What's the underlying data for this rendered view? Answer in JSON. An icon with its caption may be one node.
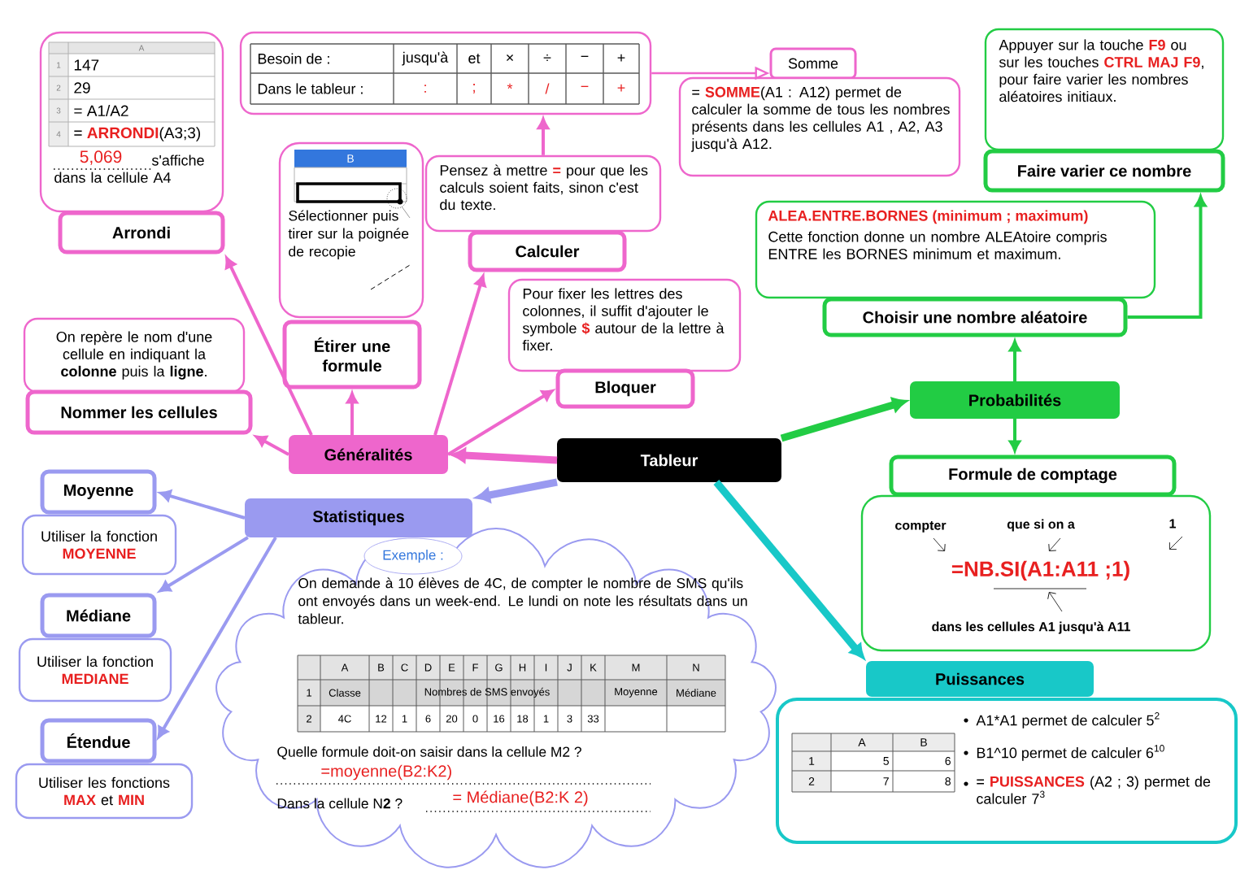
{
  "diagram": {
    "nodes": [
      {
        "text": [
          "Tableur"
        ]
      },
      {
        "text": [
          "Généralités"
        ]
      },
      {
        "text": [
          "Statistiques"
        ]
      },
      {
        "text": [
          "Probabilités"
        ]
      },
      {
        "text": [
          "Puissances"
        ]
      },
      {
        "text": [
          "A",
          "1",
          "147",
          "2",
          "29",
          "3",
          "= A1/A2",
          "4",
          "= **ARRONDI**(A3;3)",
          "5,069",
          "s'affiche dans la cellule A4"
        ]
      },
      {
        "text": [
          "Arrondi"
        ]
      },
      {
        "text": [
          "B",
          "Sélectionner puis tirer sur la poignée de recopie"
        ]
      },
      {
        "text": [
          "Étirer une formule"
        ]
      },
      {
        "text": [
          "Besoin de :",
          "jusqu'à",
          "et",
          "×",
          "÷",
          "−",
          "+",
          "Dans le tableur :",
          ":",
          ";",
          "*",
          "/",
          "−",
          "+"
        ]
      },
      {
        "text": [
          "Pensez à mettre **=** pour que les calculs soient faits, sinon c'est du texte."
        ]
      },
      {
        "text": [
          "Calculer"
        ]
      },
      {
        "text": [
          "Somme"
        ]
      },
      {
        "text": [
          "= **SOMME**(A1 : A12) permet de calculer la somme de tous les nombres présents dans les cellules A1 , A2, A3 jusqu'à A12."
        ]
      },
      {
        "text": [
          "Pour fixer les lettres des colonnes, il suffit d'ajouter le symbole **$** autour de la lettre à fixer."
        ]
      },
      {
        "text": [
          "Bloquer"
        ]
      },
      {
        "text": [
          "On repère le nom d'une cellule en indiquant la **colonne** puis la **ligne**."
        ]
      },
      {
        "text": [
          "Nommer les cellules"
        ]
      },
      {
        "text": [
          "Moyenne"
        ]
      },
      {
        "text": [
          "Utiliser la fonction **MOYENNE**"
        ]
      },
      {
        "text": [
          "Médiane"
        ]
      },
      {
        "text": [
          "Utiliser la fonction **MEDIANE**"
        ]
      },
      {
        "text": [
          "Étendue"
        ]
      },
      {
        "text": [
          "Utiliser les fonctions **MAX** et **MIN**"
        ]
      },
      {
        "text": [
          "Exemple :",
          "On demande à 10 élèves de 4C, de compter le nombre de SMS qu'ils ont envoyés dans un week-end. Le lundi on note les résultats dans un tableur.",
          "A",
          "B",
          "C",
          "D",
          "E",
          "F",
          "G",
          "H",
          "I",
          "J",
          "K",
          "M",
          "N",
          "1",
          "Classe",
          "Nombres de SMS envoyés",
          "Moyenne",
          "Médiane",
          "2",
          "4C",
          "12",
          "1",
          "6",
          "20",
          "0",
          "16",
          "18",
          "1",
          "3",
          "33",
          "Quelle formule doit-on saisir dans la cellule M2 ?",
          "=moyenne(B2:K2)",
          "Dans la cellule N**2** ?",
          "= Médiane(B2:K 2)"
        ]
      },
      {
        "text": [
          "ALEA.ENTRE.BORNES (minimum ; maximum)",
          "Cette fonction donne un nombre ALEAtoire compris ENTRE les BORNES minimum et maximum."
        ]
      },
      {
        "text": [
          "Choisir une nombre aléatoire"
        ]
      },
      {
        "text": [
          "Appuyer sur la touche **F9** ou sur les touches **CTRL MAJ F9**, pour faire varier les nombres aléatoires initiaux."
        ]
      },
      {
        "text": [
          "Faire varier ce nombre"
        ]
      },
      {
        "text": [
          "Formule de comptage"
        ]
      },
      {
        "text": [
          "compter",
          "que si on a",
          "1",
          "=NB.SI(A1:A11 ;1)",
          "dans les cellules A1 jusqu'à A11"
        ]
      },
      {
        "text": [
          "A",
          "B",
          "1",
          "5",
          "6",
          "2",
          "7",
          "8",
          "A1*A1 permet de calculer 5$^{2}$",
          "B1^10 permet de calculer 6$^{10}$",
          "= **PUISSANCES** (A2 ; 3) permet de calculer 7$^{3}$"
        ]
      }
    ],
    "edges": [
      {
        "from": 0,
        "to": 1,
        "arrow": "to",
        "style": "thick"
      },
      {
        "from": 0,
        "to": 2,
        "arrow": "to",
        "style": "thick",
        "color": "#9a9af0"
      },
      {
        "from": 0,
        "to": 3,
        "arrow": "to",
        "style": "thick",
        "color": "#22cc44"
      },
      {
        "from": 0,
        "to": 4,
        "arrow": "to",
        "style": "thick",
        "color": "#18c8c8"
      },
      {
        "from": 1,
        "to": 6,
        "arrow": "to"
      },
      {
        "from": 1,
        "to": 8,
        "arrow": "to"
      },
      {
        "from": 1,
        "to": 11,
        "arrow": "to"
      },
      {
        "from": 1,
        "to": 15,
        "arrow": "to"
      },
      {
        "from": 1,
        "to": 17,
        "arrow": "to"
      },
      {
        "from": 10,
        "to": 9,
        "arrow": "to"
      },
      {
        "from": 9,
        "to": 12,
        "arrow": "to"
      },
      {
        "from": 2,
        "to": 18,
        "arrow": "to",
        "color": "#9a9af0"
      },
      {
        "from": 2,
        "to": 20,
        "arrow": "to",
        "color": "#9a9af0"
      },
      {
        "from": 2,
        "to": 22,
        "arrow": "to",
        "color": "#9a9af0"
      },
      {
        "from": 3,
        "to": 26,
        "arrow": "to",
        "color": "#22cc44"
      },
      {
        "from": 3,
        "to": 29,
        "arrow": "to",
        "color": "#22cc44"
      },
      {
        "from": 26,
        "to": 28,
        "arrow": "to",
        "color": "#22cc44"
      }
    ]
  }
}
